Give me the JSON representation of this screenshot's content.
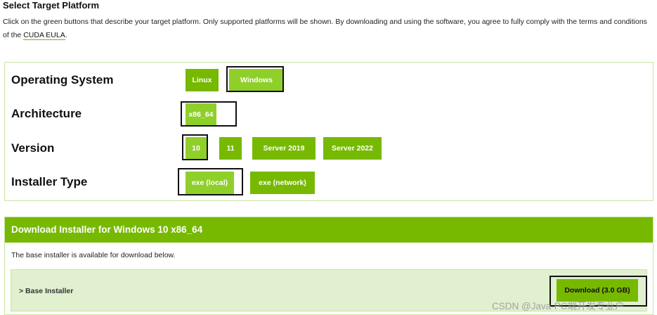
{
  "section_title": "Select Target Platform",
  "intro": {
    "text_before": "Click on the green buttons that describe your target platform. Only supported platforms will be shown. By downloading and using the software, you agree to fully comply with the terms and conditions of the ",
    "link": "CUDA EULA",
    "text_after": "."
  },
  "selector": {
    "os": {
      "label": "Operating System",
      "options": [
        "Linux",
        "Windows"
      ],
      "selected": "Windows"
    },
    "arch": {
      "label": "Architecture",
      "options": [
        "x86_64"
      ],
      "selected": "x86_64"
    },
    "version": {
      "label": "Version",
      "options": [
        "10",
        "11",
        "Server 2019",
        "Server 2022"
      ],
      "selected": "10"
    },
    "installer": {
      "label": "Installer Type",
      "options": [
        "exe (local)",
        "exe (network)"
      ],
      "selected": "exe (local)"
    }
  },
  "download": {
    "header": "Download Installer for Windows 10 x86_64",
    "description": "The base installer is available for download below.",
    "base_installer_label": "> Base Installer",
    "button_label": "Download (3.0 GB)"
  },
  "watermark": "CSDN @Java-PC端开发专业户",
  "colors": {
    "accent": "#76b900",
    "selected": "#8fcf2a",
    "row_bg": "#e1f0cf"
  }
}
